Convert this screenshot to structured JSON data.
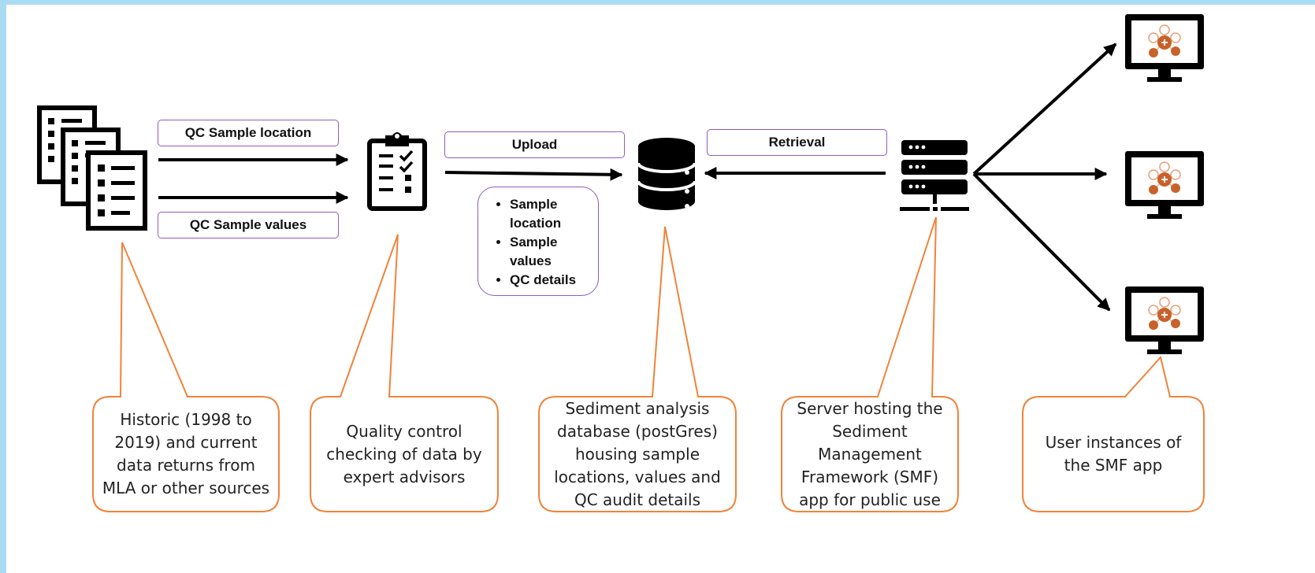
{
  "labels": {
    "qc_sample_location": "QC Sample location",
    "qc_sample_values": "QC Sample values",
    "upload": "Upload",
    "retrieval": "Retrieval"
  },
  "upload_items": [
    "Sample location",
    "Sample values",
    "QC details"
  ],
  "callouts": {
    "historic": "Historic (1998 to 2019) and current data returns from MLA or other sources",
    "qc": "Quality control checking of data by expert advisors",
    "database": "Sediment analysis database (postGres) housing sample locations, values and QC audit details",
    "server": "Server hosting the Sediment Management Framework (SMF) app for public use",
    "users": "User instances of the SMF app"
  },
  "icons": {
    "documents": "documents-icon",
    "checklist": "clipboard-checklist-icon",
    "database": "database-icon",
    "server": "server-icon",
    "monitor": "monitor-app-icon"
  },
  "colors": {
    "callout_border": "#f0833a",
    "label_border": "#8e5bc7",
    "app_accent": "#c8622a",
    "background": "#a9dcf3"
  }
}
